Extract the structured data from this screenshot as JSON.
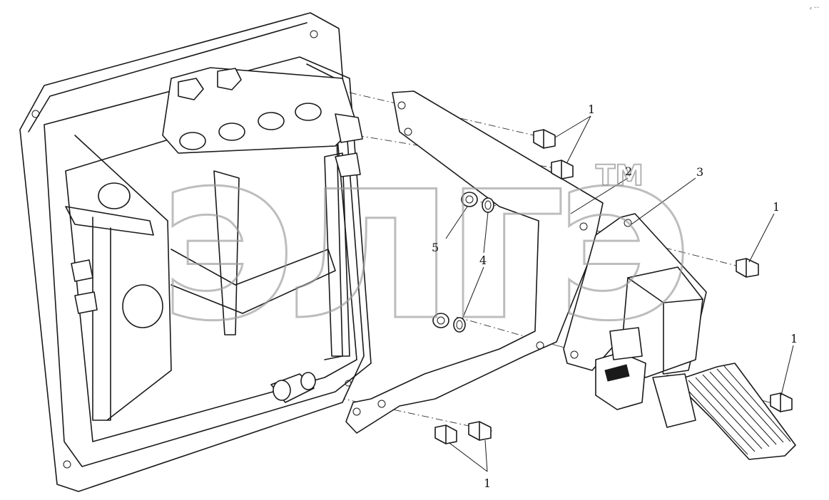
{
  "callouts": [
    {
      "id": "c1a",
      "text": "1"
    },
    {
      "id": "c1b",
      "text": "1"
    },
    {
      "id": "c1c",
      "text": "1"
    },
    {
      "id": "c1d",
      "text": "1"
    },
    {
      "id": "c2",
      "text": "2"
    },
    {
      "id": "c3",
      "text": "3"
    },
    {
      "id": "c4",
      "text": "4"
    },
    {
      "id": "c5",
      "text": "5"
    }
  ],
  "watermark": {
    "text": "элгэ",
    "trademark": "TM"
  },
  "corner_mark": "⸗ ᵕᵕ"
}
